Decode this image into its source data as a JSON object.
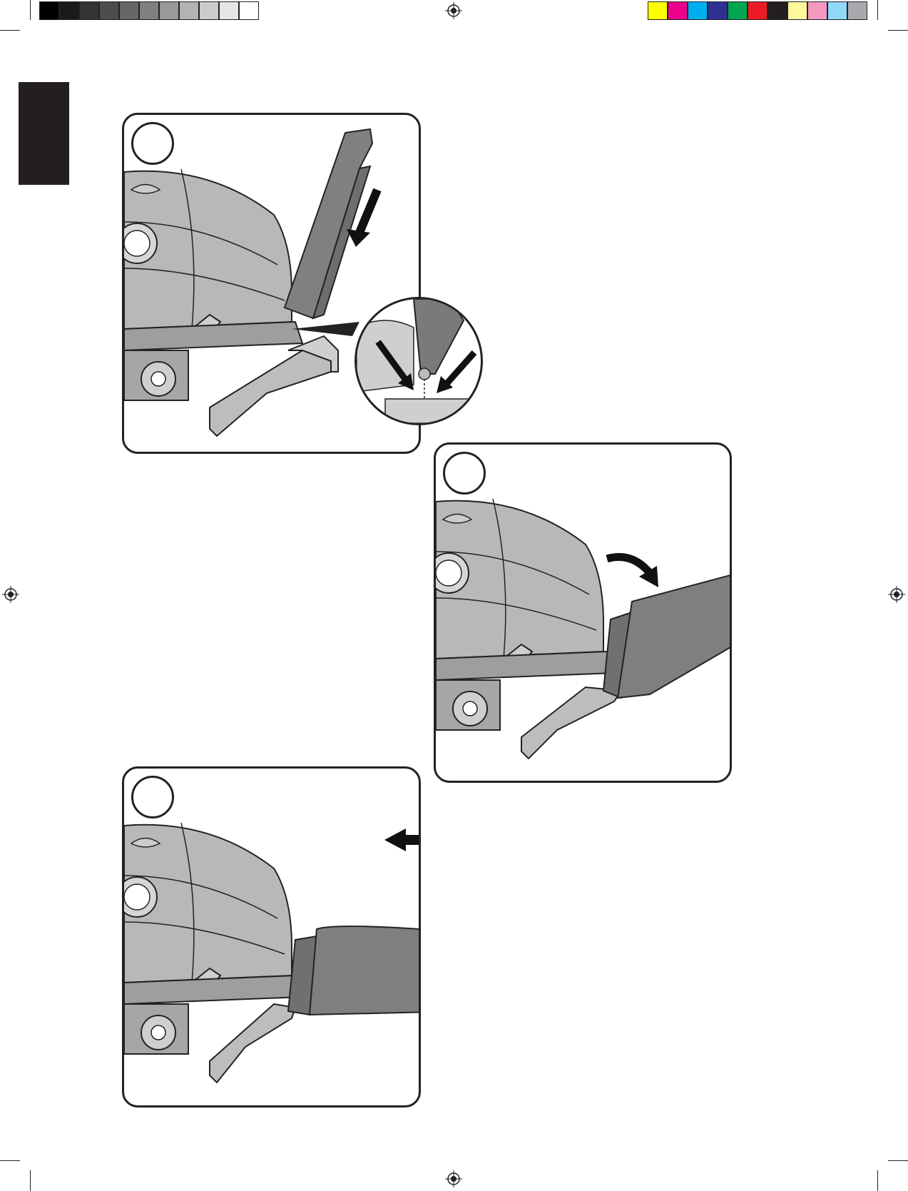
{
  "page": {
    "language_tab_color": "#231f20",
    "grayscale_bar": [
      "#000000",
      "#1a1a1a",
      "#333333",
      "#4d4d4d",
      "#666666",
      "#808080",
      "#999999",
      "#b3b3b3",
      "#cccccc",
      "#e6e6e6",
      "#ffffff"
    ],
    "color_bar": [
      "#ffff00",
      "#ec008c",
      "#00aeef",
      "#2e3192",
      "#00a651",
      "#ed1c24",
      "#231f20",
      "#fff799",
      "#f49ac1",
      "#8fd8f8",
      "#a7a9ac"
    ],
    "icons": [
      "registration-mark-icon",
      "curved-arrow-icon",
      "straight-arrow-icon"
    ]
  },
  "steps": [
    {
      "id": 1,
      "label": "",
      "description": ""
    },
    {
      "id": 2,
      "label": "",
      "description": ""
    },
    {
      "id": 3,
      "label": "",
      "description": ""
    }
  ]
}
